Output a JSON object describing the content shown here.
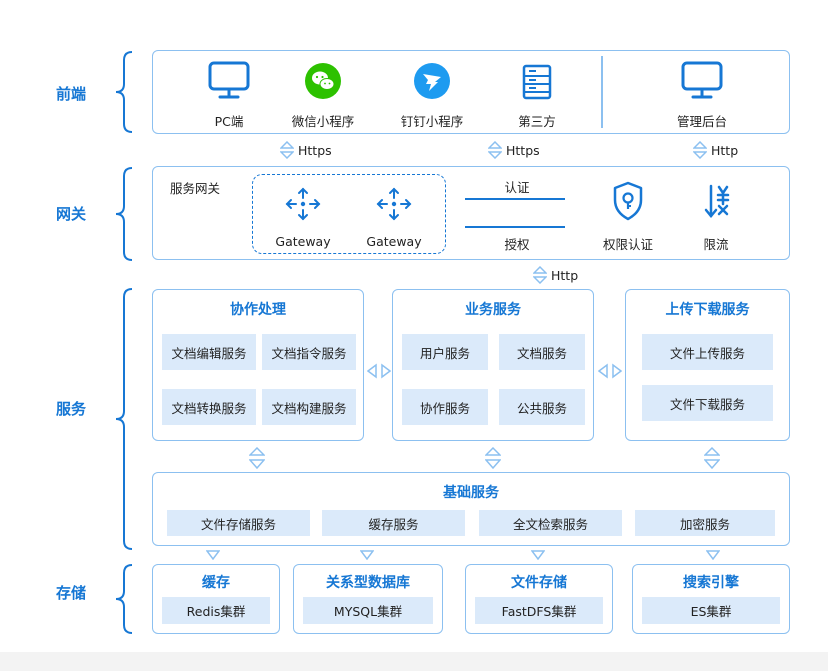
{
  "layers": {
    "frontend": "前端",
    "gateway": "网关",
    "services": "服务",
    "storage": "存储"
  },
  "frontend": {
    "clients": [
      {
        "label": "PC端",
        "icon": "monitor-icon"
      },
      {
        "label": "微信小程序",
        "icon": "wechat-icon"
      },
      {
        "label": "钉钉小程序",
        "icon": "dingtalk-icon"
      },
      {
        "label": "第三方",
        "icon": "server-icon"
      }
    ],
    "admin": {
      "label": "管理后台",
      "icon": "monitor-icon"
    }
  },
  "protocols": {
    "p1": "Https",
    "p2": "Https",
    "p3": "Http",
    "p4": "Http"
  },
  "gateway": {
    "title": "服务网关",
    "nodes": [
      "Gateway",
      "Gateway"
    ],
    "auth": "认证",
    "authz": "授权",
    "permission": "权限认证",
    "rate_limit": "限流"
  },
  "services": {
    "collab": {
      "title": "协作处理",
      "items": [
        "文档编辑服务",
        "文档指令服务",
        "文档转换服务",
        "文档构建服务"
      ]
    },
    "business": {
      "title": "业务服务",
      "items": [
        "用户服务",
        "文档服务",
        "协作服务",
        "公共服务"
      ]
    },
    "transfer": {
      "title": "上传下载服务",
      "items": [
        "文件上传服务",
        "文件下载服务"
      ]
    },
    "base": {
      "title": "基础服务",
      "items": [
        "文件存储服务",
        "缓存服务",
        "全文检索服务",
        "加密服务"
      ]
    }
  },
  "storage": [
    {
      "title": "缓存",
      "item": "Redis集群"
    },
    {
      "title": "关系型数据库",
      "item": "MYSQL集群"
    },
    {
      "title": "文件存储",
      "item": "FastDFS集群"
    },
    {
      "title": "搜索引擎",
      "item": "ES集群"
    }
  ],
  "colors": {
    "accent": "#1677d4",
    "border": "#8cc0f0",
    "chip": "#dbeafa",
    "wechat": "#2dc100",
    "dingtalk": "#1e9bf0"
  }
}
